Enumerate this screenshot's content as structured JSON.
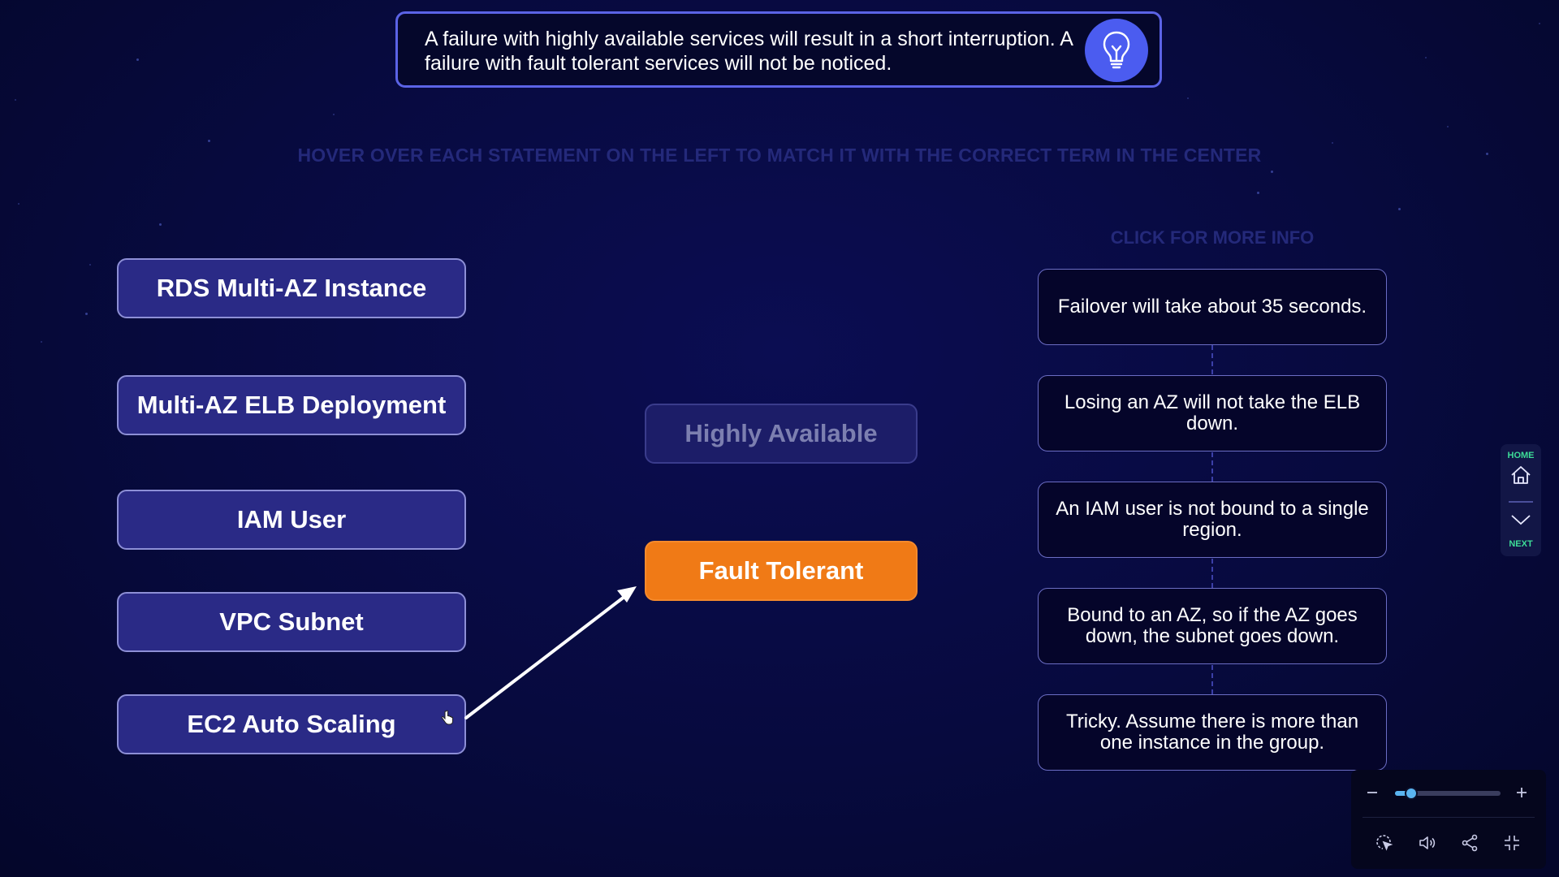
{
  "tip": {
    "text": "A failure with highly available services will result in a short interruption. A failure with fault tolerant services will not be noticed.",
    "icon": "lightbulb-icon"
  },
  "instruction": "HOVER OVER EACH STATEMENT ON THE LEFT TO MATCH IT WITH THE CORRECT TERM IN THE CENTER",
  "more_info_label": "CLICK FOR MORE INFO",
  "terms": [
    "RDS Multi-AZ Instance",
    "Multi-AZ ELB Deployment",
    "IAM User",
    "VPC Subnet",
    "EC2 Auto Scaling"
  ],
  "categories": {
    "highly_available": "Highly Available",
    "fault_tolerant": "Fault Tolerant"
  },
  "statements": [
    "Failover will take about 35 seconds.",
    "Losing an AZ will not take the ELB down.",
    "An IAM user is not bound to a single region.",
    "Bound to an AZ, so if the AZ goes down, the subnet goes down.",
    "Tricky. Assume there is more than one instance in the group."
  ],
  "nav": {
    "home": "HOME",
    "next": "NEXT"
  },
  "zoom": {
    "level": 0.15
  },
  "colors": {
    "background": "#070a3e",
    "term_box": "#2a2a86",
    "fault_tolerant": "#f07a16",
    "accent": "#4b5cf0",
    "nav_label": "#3ddc97"
  }
}
